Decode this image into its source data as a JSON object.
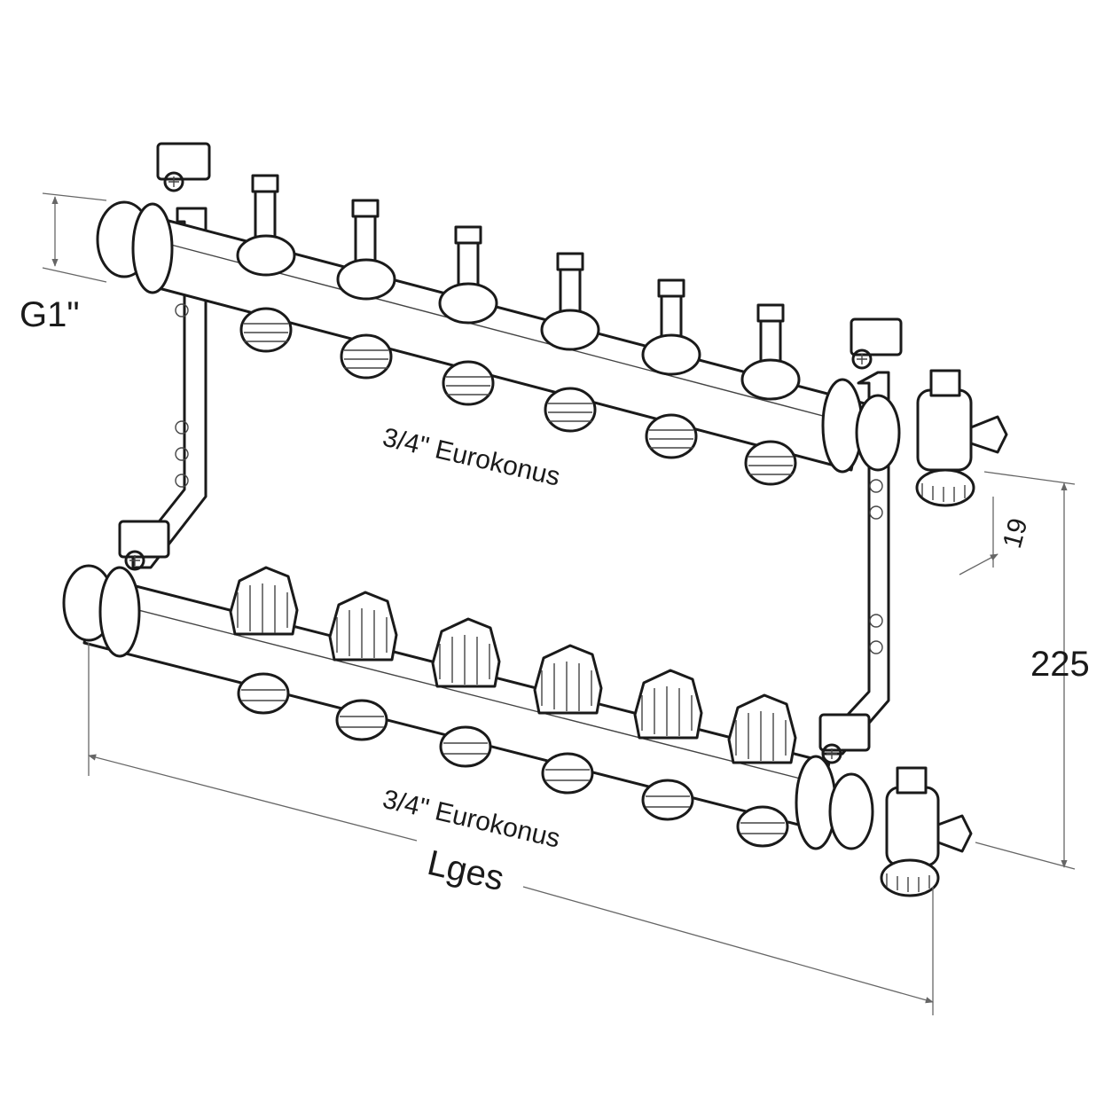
{
  "labels": {
    "inlet_thread": "G1\"",
    "upper_connection": "3/4\" Eurokonus",
    "lower_connection": "3/4\" Eurokonus",
    "total_length": "Lges",
    "offset_dimension": "19",
    "height_dimension": "225"
  },
  "outlets": {
    "upper_count": 6,
    "lower_count": 6
  },
  "colors": {
    "line": "#1a1a1a",
    "dimension": "#666666",
    "background": "#ffffff"
  }
}
